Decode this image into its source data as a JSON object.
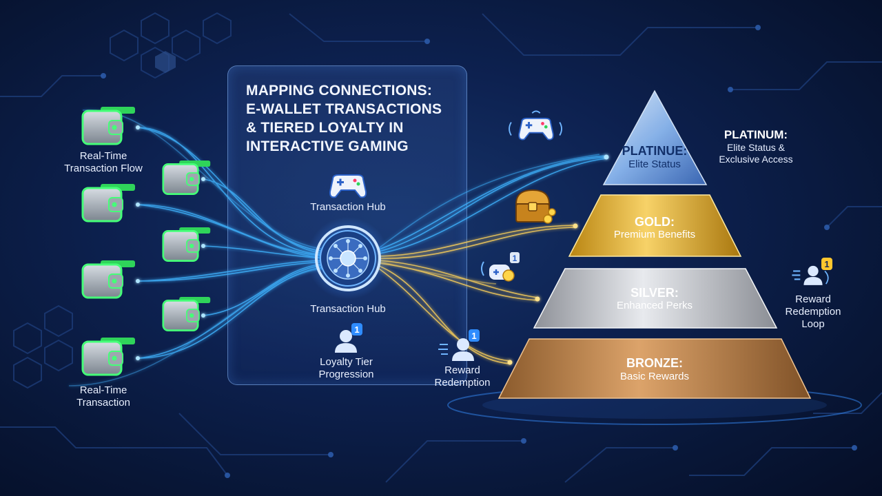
{
  "title": {
    "line1": "MAPPING CONNECTIONS:",
    "line2": "E-WALLET TRANSACTIONS",
    "line3": "& TIERED LOYALTY IN",
    "line4": "INTERACTIVE GAMING"
  },
  "left": {
    "flow_label_1": "Real-Time",
    "flow_label_2": "Transaction Flow",
    "tx_label_1": "Real-Time",
    "tx_label_2": "Transaction"
  },
  "hub": {
    "top_label": "Transaction Hub",
    "bottom_label": "Transaction Hub",
    "loyalty_label_1": "Loyalty Tier",
    "loyalty_label_2": "Progression",
    "loyalty_badge": "1"
  },
  "reward": {
    "label_1": "Reward",
    "label_2": "Redemption",
    "badge": "1"
  },
  "loop": {
    "label_1": "Reward",
    "label_2": "Redemption",
    "label_3": "Loop",
    "badge": "1"
  },
  "game_badge": "1",
  "tiers": {
    "platinum": {
      "name": "PLATINUE:",
      "benefit": "Elite Status"
    },
    "gold": {
      "name": "GOLD:",
      "benefit": "Premium Benefits"
    },
    "silver": {
      "name": "SILVER:",
      "benefit": "Enhanced Perks"
    },
    "bronze": {
      "name": "BRONZE:",
      "benefit": "Basic Rewards"
    }
  },
  "platinum_side": {
    "heading": "PLATINUM:",
    "line1": "Elite Status &",
    "line2": "Exclusive Access"
  },
  "colors": {
    "background": "#0d2150",
    "flow_blue": "#3fb4ff",
    "flow_gold": "#ffd35a",
    "wallet_green": "#3cff6e",
    "platinum": "#9fc8ff",
    "gold": "#e7b52e",
    "silver": "#c9ccd2",
    "bronze": "#c98e52"
  },
  "icons": [
    "wallet-icon",
    "gamepad-icon",
    "hub-icon",
    "user-icon",
    "treasure-chest-icon",
    "coin-icon"
  ]
}
